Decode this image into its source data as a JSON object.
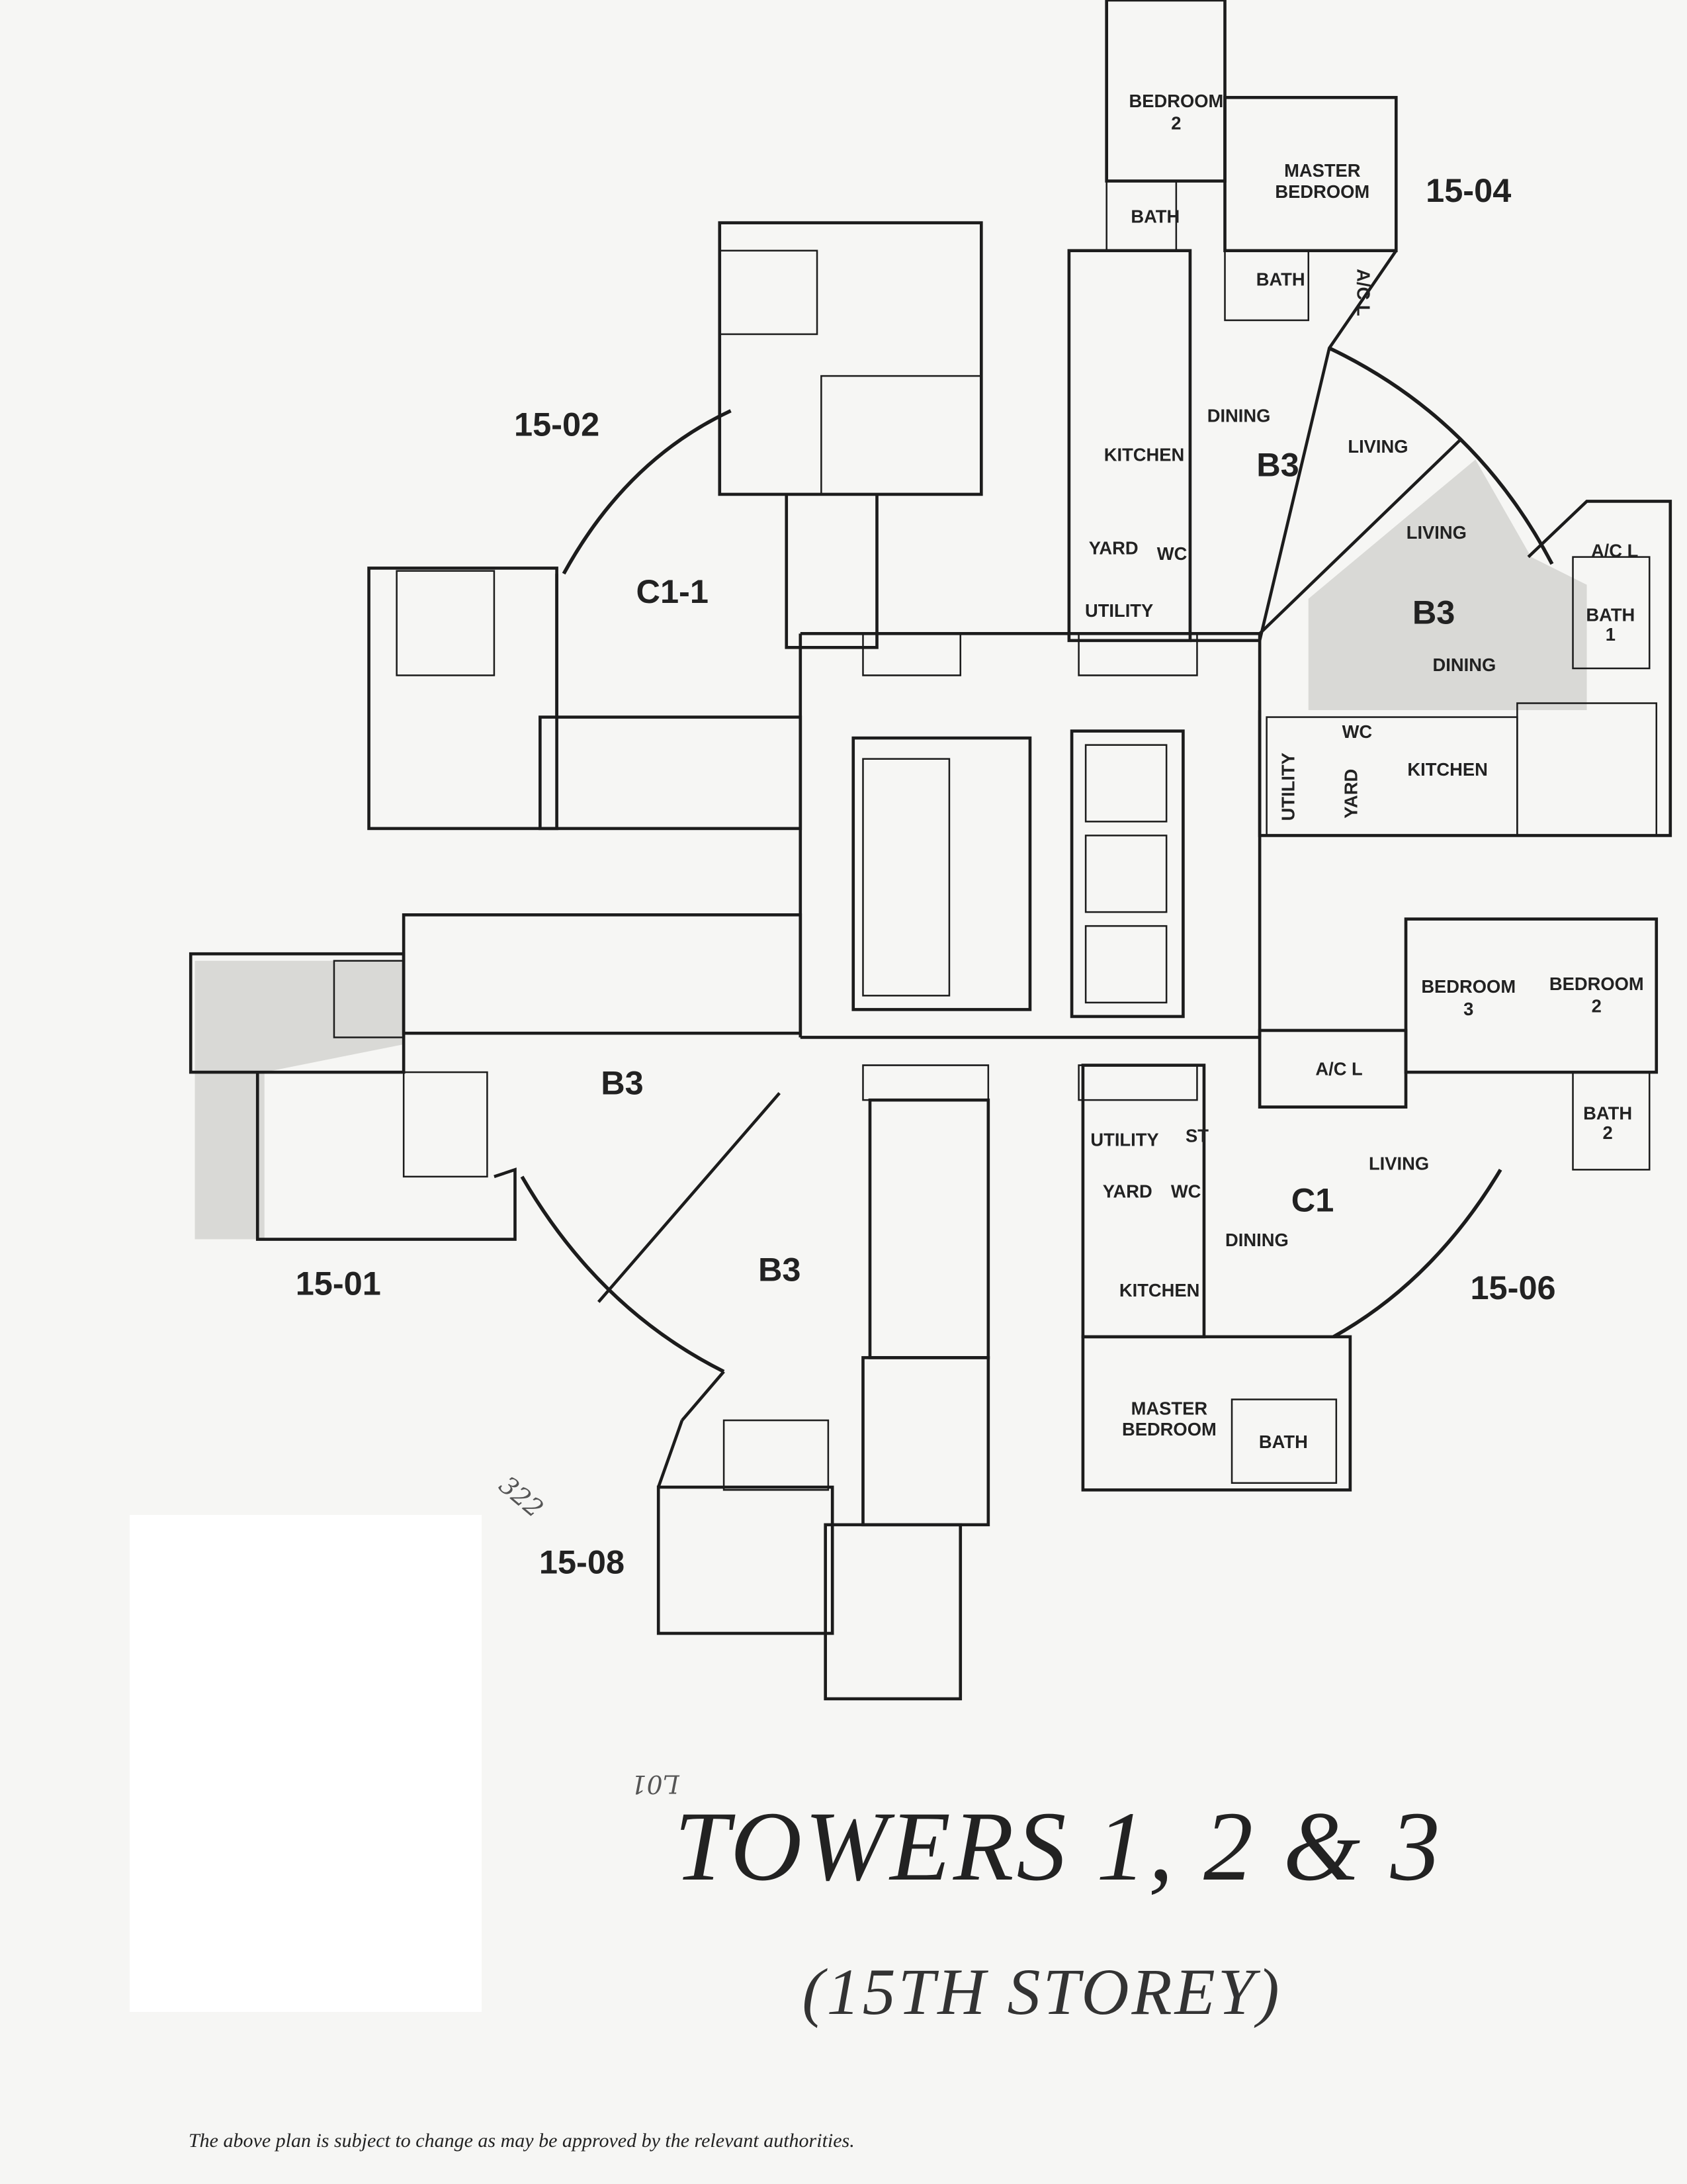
{
  "title": "TOWERS 1, 2 & 3",
  "subtitle": "(15TH STOREY)",
  "footnote": "The above plan is subject to change as may be approved by the relevant authorities.",
  "handwritten": {
    "note_a": "322",
    "note_b": "L01"
  },
  "units": {
    "u1504": {
      "number": "15-04",
      "type": "B3"
    },
    "u1502": {
      "number": "15-02",
      "type": "C1-1"
    },
    "u1501": {
      "number": "15-01",
      "type": "B3"
    },
    "u1508": {
      "number": "15-08",
      "type": "B3"
    },
    "u1506": {
      "number": "15-06",
      "type": "C1"
    },
    "right": {
      "type": "B3"
    }
  },
  "rooms": {
    "bedroom2": "BEDROOM",
    "bedroom2_num": "2",
    "bedroom3": "BEDROOM",
    "bedroom3_num": "3",
    "master1": "MASTER",
    "master2": "BEDROOM",
    "bath": "BATH",
    "bath1": "1",
    "bath2": "2",
    "acl": "A/C L",
    "dining": "DINING",
    "living": "LIVING",
    "kitchen": "KITCHEN",
    "yard": "YARD",
    "wc": "WC",
    "utility": "UTILITY",
    "st": "ST"
  }
}
